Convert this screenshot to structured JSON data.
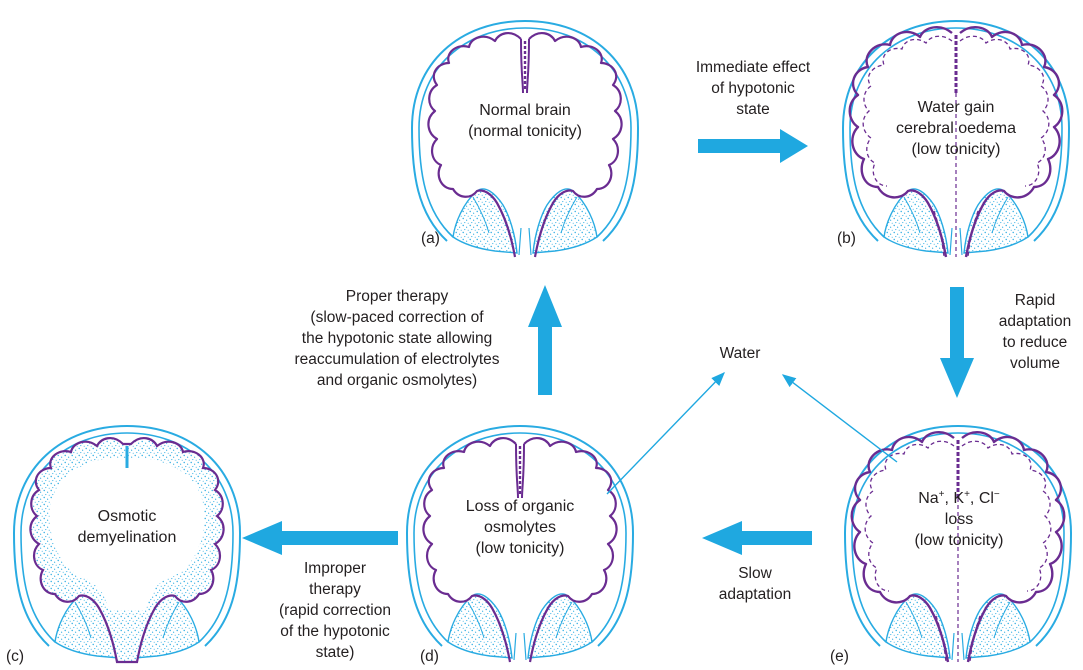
{
  "colors": {
    "skull": "#29abe2",
    "brain_outline": "#6a2c91",
    "arrow": "#1fa8e0",
    "text": "#231f20"
  },
  "panels": {
    "a": {
      "letter": "(a)",
      "lines": [
        "Normal brain",
        "(normal tonicity)"
      ]
    },
    "b": {
      "letter": "(b)",
      "lines": [
        "Water gain",
        "cerebral oedema",
        "(low tonicity)"
      ]
    },
    "c": {
      "letter": "(c)",
      "lines": [
        "Osmotic",
        "demyelination"
      ]
    },
    "d": {
      "letter": "(d)",
      "lines": [
        "Loss of organic",
        "osmolytes",
        "(low tonicity)"
      ]
    },
    "e": {
      "letter": "(e)",
      "ions": {
        "na": "Na",
        "na_sup": "+",
        "k": "K",
        "k_sup": "+",
        "cl": "Cl",
        "cl_sup": "−"
      },
      "lines": [
        "loss",
        "(low tonicity)"
      ]
    }
  },
  "transitions": {
    "a_to_b": [
      "Immediate effect",
      "of hypotonic",
      "state"
    ],
    "b_to_e": [
      "Rapid",
      "adaptation",
      "to reduce",
      "volume"
    ],
    "e_to_d": [
      "Slow",
      "adaptation"
    ],
    "d_to_c": [
      "Improper",
      "therapy",
      "(rapid correction",
      "of the hypotonic",
      "state)"
    ],
    "d_to_a": [
      "Proper therapy",
      "(slow-paced correction of",
      "the hypotonic state allowing",
      "reaccumulation of electrolytes",
      "and organic osmolytes)"
    ]
  },
  "water_label": "Water"
}
